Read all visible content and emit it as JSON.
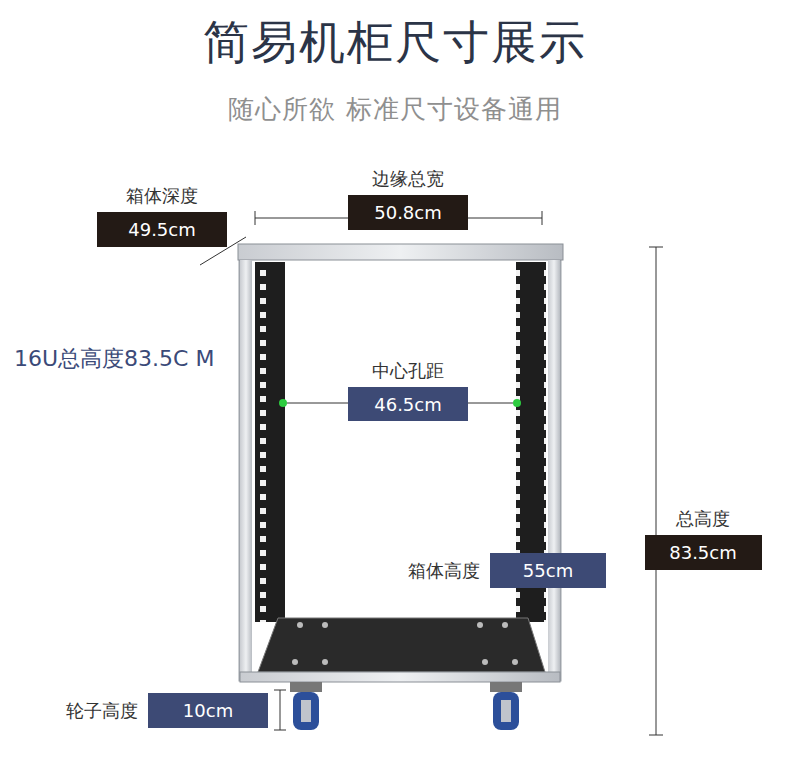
{
  "diagram": {
    "title": "简易机柜尺寸展示",
    "nodes": [
      {
        "text": [
          "箱体深度",
          "49.5cm"
        ]
      },
      {
        "text": [
          "边缘总宽",
          "50.8cm"
        ]
      },
      {
        "text": [
          "中心孔距",
          "46.5cm"
        ]
      },
      {
        "text": [
          "总高度",
          "83.5cm"
        ]
      },
      {
        "text": [
          "箱体高度",
          "55cm"
        ]
      },
      {
        "text": [
          "轮子高度",
          "10cm"
        ]
      }
    ],
    "labels": [
      "随心所欲 标准尺寸设备通用",
      "16U总高度83.5C M"
    ]
  }
}
